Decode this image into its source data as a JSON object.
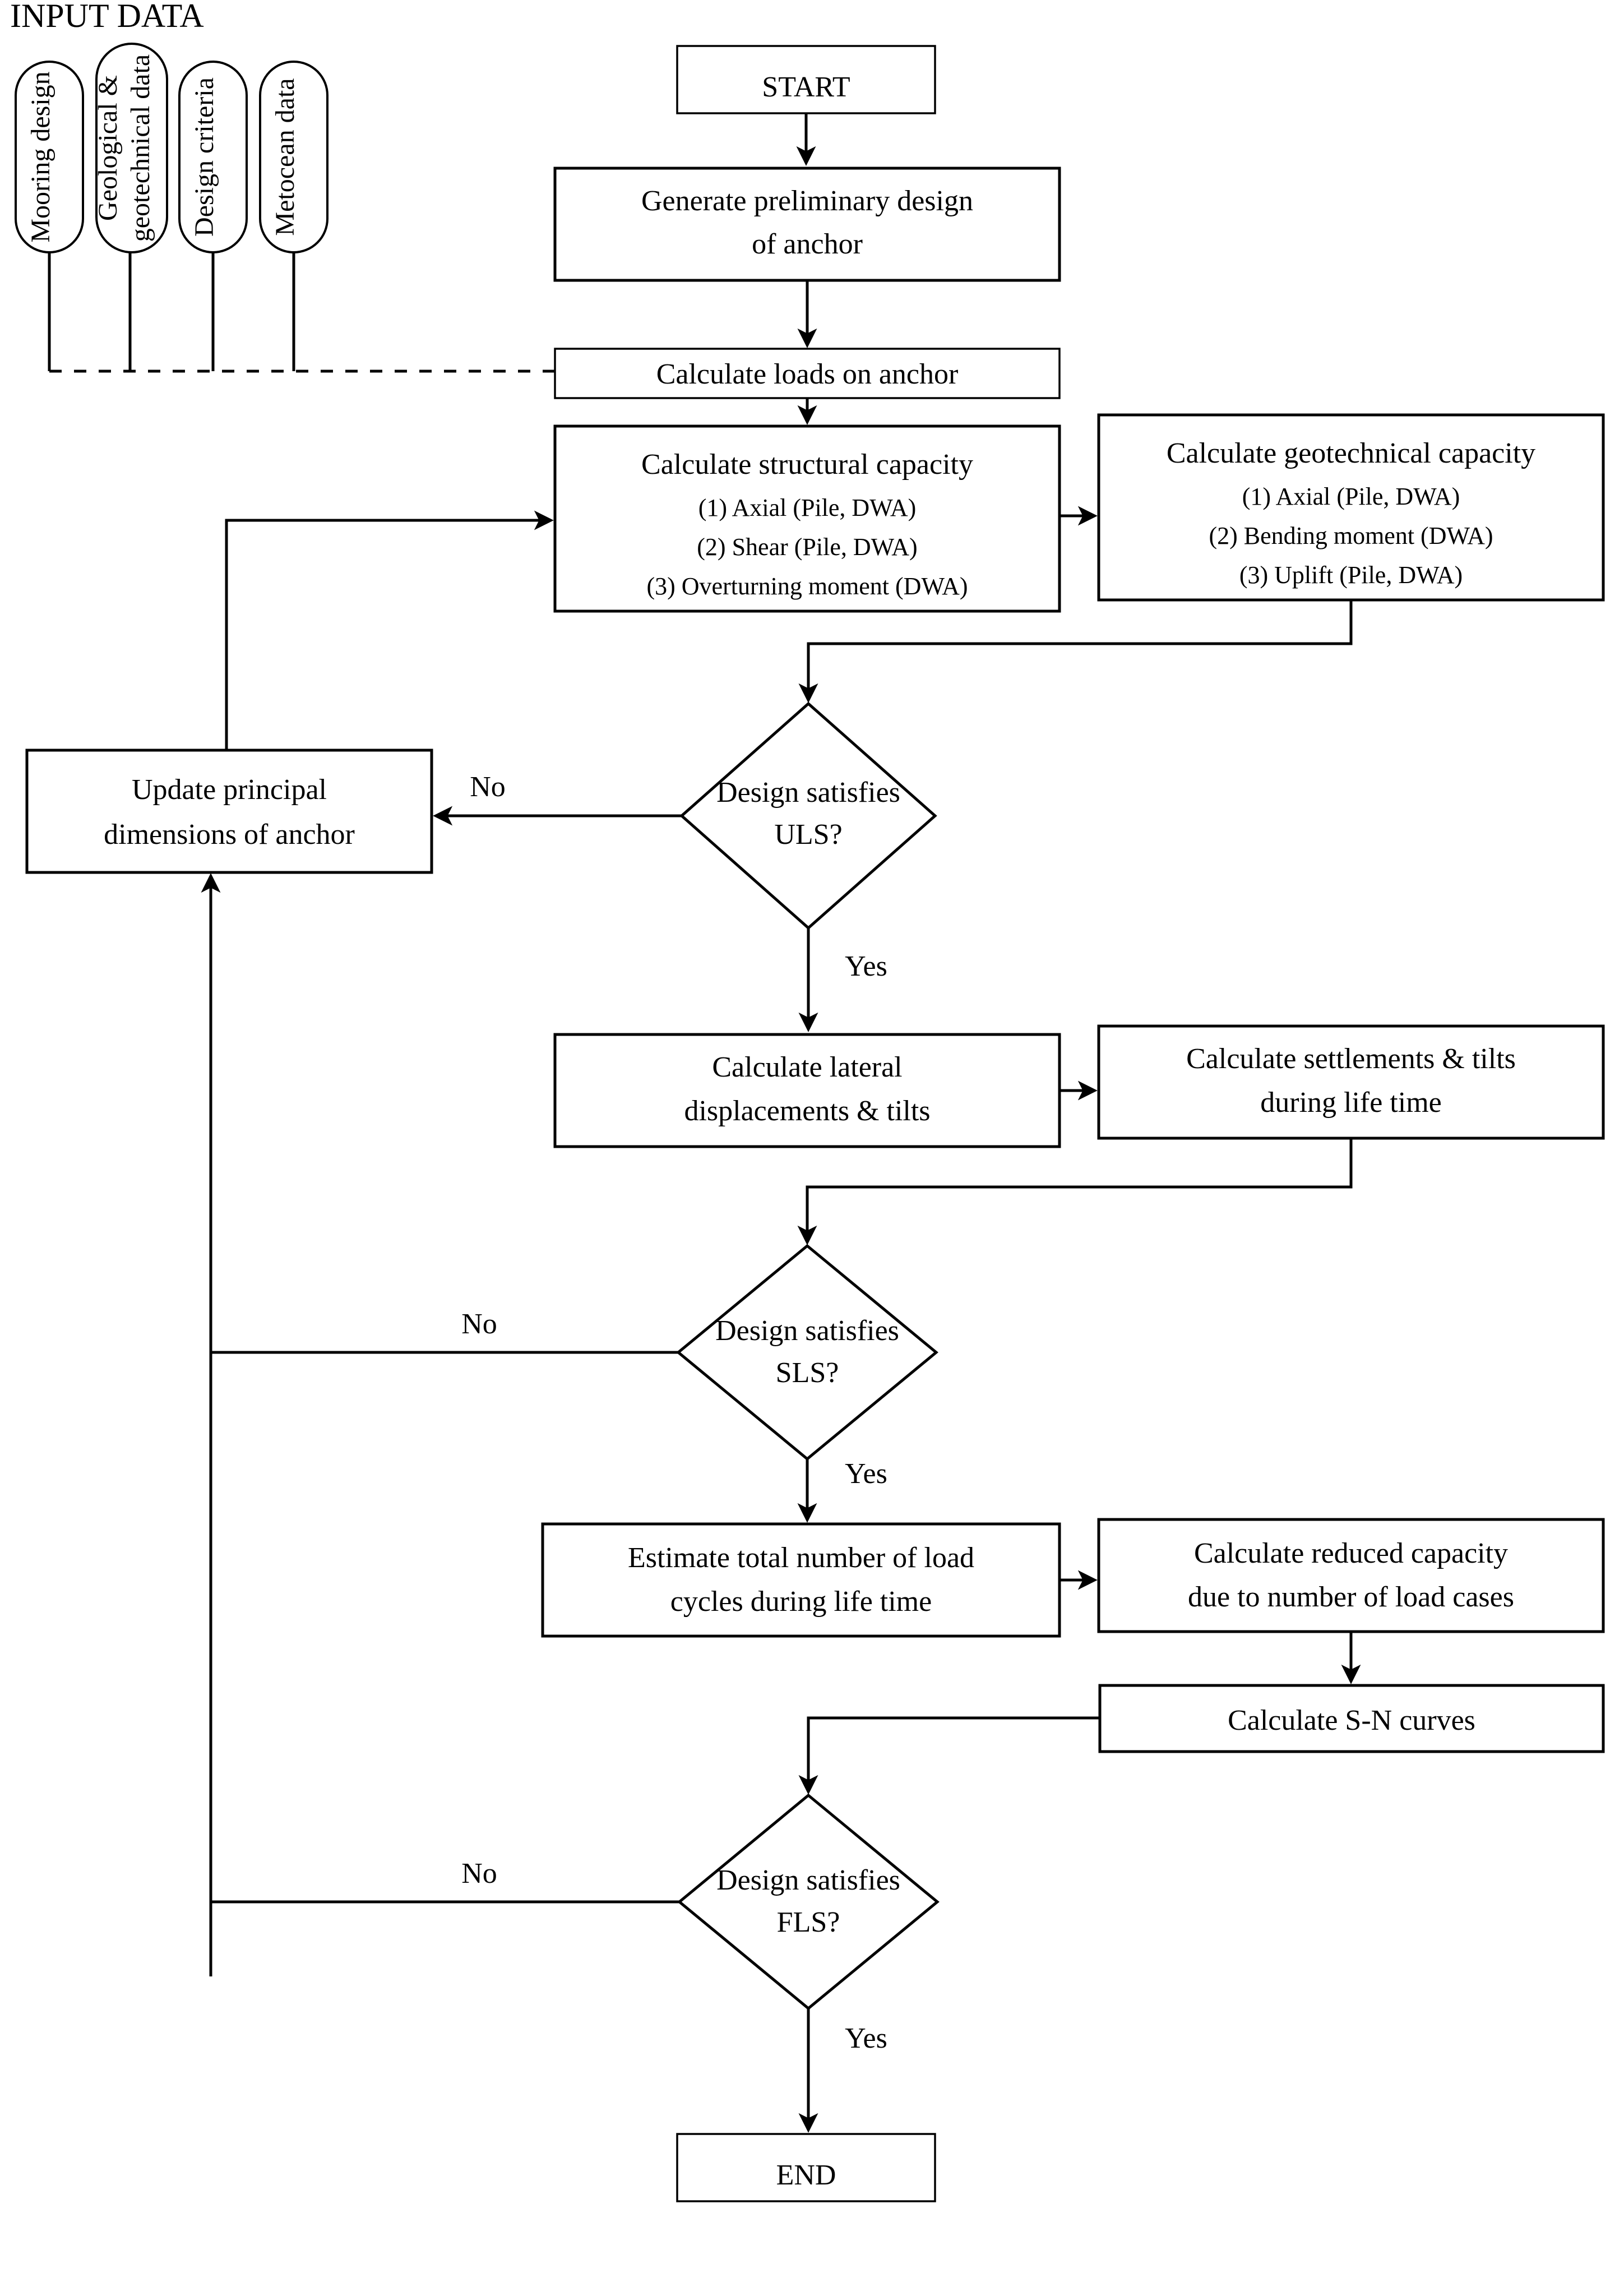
{
  "title": "Anchor design flowchart",
  "input_data": {
    "heading": "INPUT DATA",
    "items": [
      {
        "label": "Mooring design"
      },
      {
        "label": "Geological &\ngeotechnical data",
        "line1": "Geological &",
        "line2": "geotechnical data"
      },
      {
        "label": "Design criteria"
      },
      {
        "label": "Metocean data"
      }
    ]
  },
  "nodes": {
    "start": {
      "label": "START"
    },
    "preliminary": {
      "line1": "Generate preliminary design",
      "line2": "of anchor"
    },
    "loads": {
      "label": "Calculate loads on anchor"
    },
    "structural": {
      "title": "Calculate structural capacity",
      "items": [
        "(1) Axial (Pile, DWA)",
        "(2) Shear (Pile, DWA)",
        "(3) Overturning moment (DWA)"
      ]
    },
    "geotechnical": {
      "title": "Calculate geotechnical capacity",
      "items": [
        "(1) Axial (Pile, DWA)",
        "(2) Bending moment (DWA)",
        "(3) Uplift (Pile, DWA)"
      ]
    },
    "uls": {
      "line1": "Design satisfies",
      "line2": "ULS?"
    },
    "update": {
      "line1": "Update principal",
      "line2": "dimensions of anchor"
    },
    "lateral": {
      "line1": "Calculate lateral",
      "line2": "displacements & tilts"
    },
    "settlements": {
      "line1": "Calculate settlements & tilts",
      "line2": "during life time"
    },
    "sls": {
      "line1": "Design satisfies",
      "line2": "SLS?"
    },
    "cycles": {
      "line1": "Estimate total number of load",
      "line2": "cycles during life time"
    },
    "reduced": {
      "line1": "Calculate reduced capacity",
      "line2": "due to number of load cases"
    },
    "sncurves": {
      "label": "Calculate S-N curves"
    },
    "fls": {
      "line1": "Design satisfies",
      "line2": "FLS?"
    },
    "end": {
      "label": "END"
    }
  },
  "edge_labels": {
    "uls_no": "No",
    "uls_yes": "Yes",
    "sls_no": "No",
    "sls_yes": "Yes",
    "fls_no": "No",
    "fls_yes": "Yes"
  },
  "colors": {
    "stroke": "#000000",
    "fill": "#ffffff",
    "text": "#000000"
  }
}
